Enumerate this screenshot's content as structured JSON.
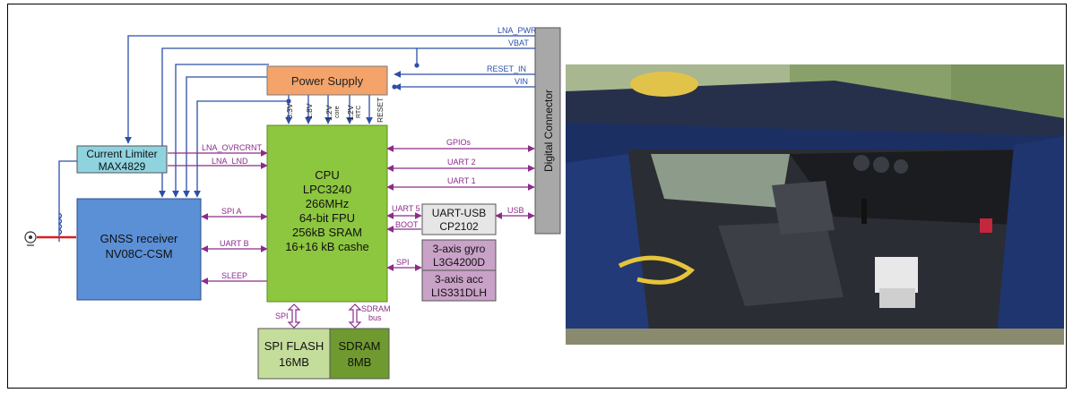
{
  "diagram": {
    "blocks": {
      "power_supply": "Power Supply",
      "current_limiter_line1": "Current Limiter",
      "current_limiter_line2": "MAX4829",
      "gnss_line1": "GNSS receiver",
      "gnss_line2": "NV08C-CSM",
      "cpu_lines": [
        "CPU",
        "LPC3240",
        "266MHz",
        "64-bit FPU",
        "256kB SRAM",
        "16+16 kB cashe"
      ],
      "uart_usb_line1": "UART-USB",
      "uart_usb_line2": "CP2102",
      "gyro_line1": "3-axis gyro",
      "gyro_line2": "L3G4200D",
      "acc_line1": "3-axis acc",
      "acc_line2": "LIS331DLH",
      "spi_flash_line1": "SPI FLASH",
      "spi_flash_line2": "16MB",
      "sdram_line1": "SDRAM",
      "sdram_line2": "8MB",
      "digital_connector": "Digital Connector"
    },
    "signals": {
      "lna_pwr": "LNA_PWR",
      "vbat": "VBAT",
      "reset_in": "RESET_IN",
      "vin": "VIN",
      "rail_33": "3.3V",
      "rail_18": "1.8V",
      "rail_12core": "1.2V",
      "rail_12core_sub": "core",
      "rail_12rtc": "1.2V",
      "rail_12rtc_sub": "RTC",
      "reset": "RESET",
      "lna_ovrcrnt": "LNA_OVRCRNT",
      "lna_lnd": "LNA_LND",
      "spi_a": "SPI A",
      "uart_b": "UART B",
      "sleep": "SLEEP",
      "gpios": "GPIOs",
      "uart2": "UART 2",
      "uart1": "UART 1",
      "uart5": "UART 5",
      "boot": "BOOT",
      "usb": "USB",
      "spi_sensors": "SPI",
      "spi_flash": "SPI",
      "sdram_bus_line1": "SDRAM",
      "sdram_bus_line2": "bus"
    },
    "colors": {
      "power_supply": "#f4a36a",
      "limiter": "#8fd3df",
      "gnss": "#5b8fd6",
      "cpu": "#8dc63f",
      "uart_usb": "#e6e6e6",
      "sensors": "#c9a2c8",
      "spi_flash": "#c5dd9b",
      "sdram": "#6f9a2f",
      "connector": "#a8a8a8",
      "power_line": "#2e4fa8",
      "signal_line": "#8b2c8b",
      "rf_line": "#d92020"
    }
  }
}
